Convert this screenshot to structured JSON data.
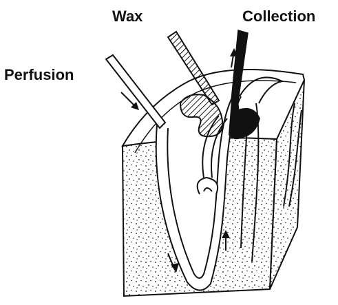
{
  "labels": {
    "wax": "Wax",
    "collection": "Collection",
    "perfusion": "Perfusion"
  },
  "colors": {
    "ink": "#111111",
    "background": "#ffffff"
  }
}
